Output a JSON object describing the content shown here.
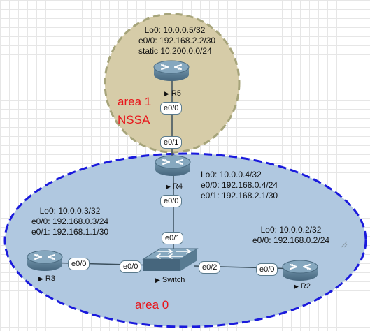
{
  "areas": {
    "area1": {
      "label": "area 1",
      "sublabel": "NSSA"
    },
    "area0": {
      "label": "area 0"
    }
  },
  "devices": {
    "r5": {
      "name": "R5",
      "info": [
        "Lo0: 10.0.0.5/32",
        "e0/0: 192.168.2.2/30",
        "static 10.200.0.0/24"
      ],
      "ports": [
        "e0/0"
      ]
    },
    "r4": {
      "name": "R4",
      "info": [
        "Lo0: 10.0.0.4/32",
        "e0/0: 192.168.0.4/24",
        "e0/1: 192.168.2.1/30"
      ],
      "ports": [
        "e0/1",
        "e0/0"
      ]
    },
    "r3": {
      "name": "R3",
      "info": [
        "Lo0: 10.0.0.3/32",
        "e0/0: 192.168.0.3/24",
        "e0/1: 192.168.1.1/30"
      ],
      "ports": [
        "e0/0"
      ]
    },
    "r2": {
      "name": "R2",
      "info": [
        "Lo0: 10.0.0.2/32",
        "e0/0: 192.168.0.2/24"
      ],
      "ports": [
        "e0/0"
      ]
    },
    "switch": {
      "name": "Switch",
      "ports": [
        "e0/1",
        "e0/0",
        "e0/2"
      ]
    }
  },
  "colors": {
    "area1_fill": "#d6cca8",
    "area1_border": "#a6a47a",
    "area0_fill": "#b0c8e0",
    "area0_border": "#1a1adc",
    "area_label": "#e8141a",
    "router": "#5a7f97",
    "link": "#3b4f5c"
  },
  "icons": {
    "router": "router-icon",
    "switch": "switch-icon",
    "resize": "resize-grip-icon"
  }
}
